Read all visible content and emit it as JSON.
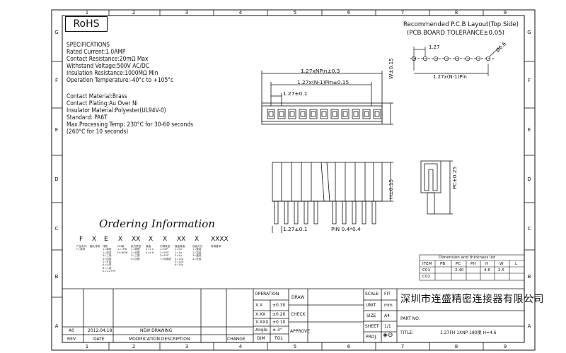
{
  "frame": {
    "cols": [
      "1",
      "2",
      "3",
      "4",
      "5",
      "6",
      "7",
      "8",
      "9"
    ],
    "rows": [
      "G",
      "F",
      "E",
      "D",
      "C",
      "B",
      "A"
    ]
  },
  "rohs": "RoHS",
  "specs": {
    "heading": "SPECIFICATIONS",
    "lines": [
      "Rated Current:1.0AMP",
      "Contact Resistance:20mΩ Max",
      "Withstand Voltage:500V AC/DC",
      "Insulation Resistance:1000MΩ Min",
      "Operation Temperature:-40°c to +105°c"
    ],
    "material_lines": [
      "Contact Material:Brass",
      "Contact Plating:Au Over Ni",
      "Insulator Material:Polyester(UL94V-0)",
      "Standard:           PA6T",
      "Max.Processing Temp: 230°C for 30-60 seconds",
      "                          (260°C for 10 seconds)"
    ]
  },
  "ordering": {
    "title": "Ordering Information",
    "code": [
      "F",
      "X",
      "E",
      "X",
      "XX",
      "X",
      "X",
      "XX",
      "X",
      "XXXX"
    ],
    "notes": [
      [
        "产品系列",
        "F=排母"
      ],
      [
        "圆孔排母"
      ],
      [
        "排数",
        "1=单排",
        "2=双排",
        "3=三排",
        "4=四排",
        "5=五排",
        "6=六排",
        "8=八排",
        "K=1.27PH"
      ],
      [
        "PIN数",
        "1=1PIN",
        "N=NPIN"
      ],
      [
        "胶芯类型",
        "1=单塑",
        "2=双塑",
        "3=三塑",
        "4=四塑"
      ],
      [
        "高度",
        "2=2.0",
        "4=4.6"
      ],
      [
        "引脚类型",
        "1=DIP",
        "2=SMT",
        "3=SMT",
        "7=双面贴"
      ],
      [
        "镀金厚度",
        "1=G0",
        "2=3μ",
        "3=5μ",
        "4=10μ",
        "5=15μ",
        "6=30μ"
      ],
      [
        "包装方式",
        "1=管装",
        "2=袋装",
        "3=盘装",
        "4=托盘"
      ],
      [
        "特殊要求"
      ]
    ]
  },
  "recommended": {
    "title1": "Recommended P.C.B Layout(Top Side)",
    "title2": "(PCB BOARD TOLERANCE±0.05)",
    "pitch": "1.27",
    "hole": "Ø0.6",
    "span": "1.27x(N-1)Pin"
  },
  "dims": {
    "overall": "1.27xNPin±0.3",
    "span": "1.27x(N-1)Pin±0.15",
    "pitch": "1.27±0.1",
    "width": "W±0.15",
    "height": "H±0.15",
    "pc": "PC±0.25",
    "pitch_bottom": "1.27±0.1",
    "pin": "PIN  0.4*0.4"
  },
  "dimtable": {
    "title": "Dimension and thickness list",
    "headers": [
      "ITEM",
      "PB",
      "PC",
      "PH",
      "H",
      "W",
      "L"
    ],
    "rows": [
      [
        "C01",
        "",
        "2.40",
        "",
        "4.6",
        "2.5",
        ""
      ],
      [
        "C02",
        "",
        "",
        "",
        "",
        "",
        ""
      ]
    ]
  },
  "titleblock": {
    "operation": "OPERATION",
    "tolerances": [
      [
        "X.X",
        "±0.30"
      ],
      [
        "X.XX",
        "±0.20"
      ],
      [
        "X.XXX",
        "±0.10"
      ],
      [
        "Angle",
        "± 3°"
      ]
    ],
    "dim": "DIM",
    "tol": "TOL",
    "draw": "DRAW",
    "check": "CHECK",
    "approve": "APPROVE",
    "scale": "SCALE",
    "scale_val": "FIT",
    "unit": "UNIT",
    "unit_val": "mm",
    "size": "SIZE",
    "size_val": "A4",
    "sheet": "SHEET",
    "sheet_val": "1/1",
    "proj": "PROJ.",
    "company": "深圳市连盛精密连接器有限公司",
    "part_no": "PART NO.",
    "title_label": "TITLE:",
    "title_val": "1.27FH 1XNP 180度 H=4.6",
    "rev_row": [
      "A0",
      "2012.04.18",
      "NEW DRAWING",
      "",
      ""
    ],
    "rev_header": [
      "REV",
      "DATE",
      "MODIFICATION DESCRIPTION",
      "CHANGE",
      ""
    ]
  },
  "colors": {
    "line": "#111111",
    "paper": "#ffffff"
  }
}
